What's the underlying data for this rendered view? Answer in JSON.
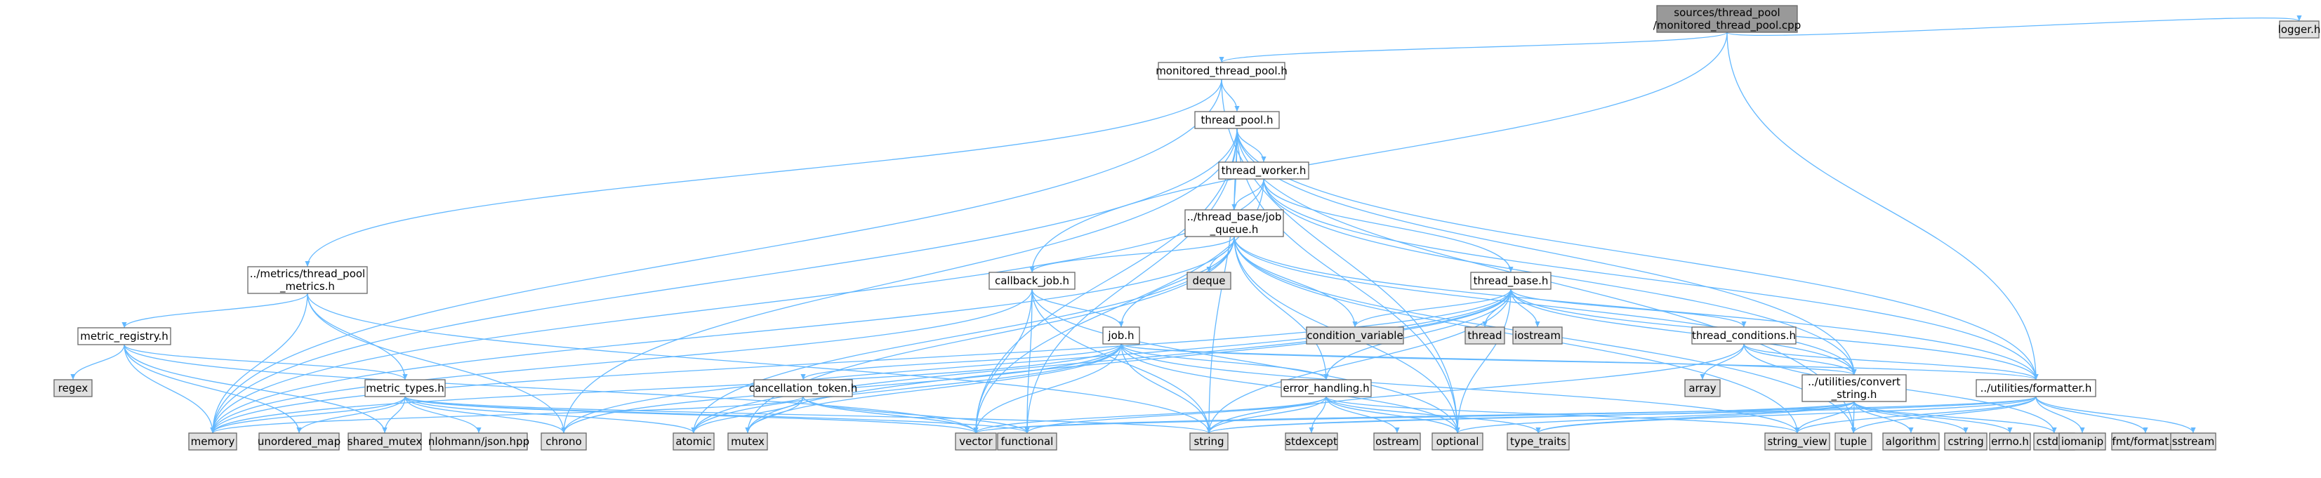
{
  "colors": {
    "edge": "#63b8ff",
    "node_default_fill": "#ffffff",
    "node_external_fill": "#e0e0e0",
    "node_root_fill": "#999999",
    "node_border": "#666666"
  },
  "nodes": [
    {
      "id": "root",
      "lines": [
        "sources/thread_pool",
        "/monitored_thread_pool.cpp"
      ],
      "kind": "root"
    },
    {
      "id": "mtp",
      "lines": [
        "monitored_thread_pool.h"
      ],
      "kind": "file"
    },
    {
      "id": "logger",
      "lines": [
        "logger.h"
      ],
      "kind": "external"
    },
    {
      "id": "tp",
      "lines": [
        "thread_pool.h"
      ],
      "kind": "file"
    },
    {
      "id": "tpm",
      "lines": [
        "../metrics/thread_pool",
        "_metrics.h"
      ],
      "kind": "file"
    },
    {
      "id": "tw",
      "lines": [
        "thread_worker.h"
      ],
      "kind": "file"
    },
    {
      "id": "jq",
      "lines": [
        "../thread_base/job",
        "_queue.h"
      ],
      "kind": "file"
    },
    {
      "id": "cbj",
      "lines": [
        "callback_job.h"
      ],
      "kind": "file"
    },
    {
      "id": "deque",
      "lines": [
        "deque"
      ],
      "kind": "external"
    },
    {
      "id": "tb",
      "lines": [
        "thread_base.h"
      ],
      "kind": "file"
    },
    {
      "id": "mr",
      "lines": [
        "metric_registry.h"
      ],
      "kind": "file"
    },
    {
      "id": "cv",
      "lines": [
        "condition_variable"
      ],
      "kind": "external"
    },
    {
      "id": "thread",
      "lines": [
        "thread"
      ],
      "kind": "external"
    },
    {
      "id": "iostream",
      "lines": [
        "iostream"
      ],
      "kind": "external"
    },
    {
      "id": "tc",
      "lines": [
        "thread_conditions.h"
      ],
      "kind": "file"
    },
    {
      "id": "job",
      "lines": [
        "job.h"
      ],
      "kind": "file"
    },
    {
      "id": "regex",
      "lines": [
        "regex"
      ],
      "kind": "external"
    },
    {
      "id": "mt",
      "lines": [
        "metric_types.h"
      ],
      "kind": "file"
    },
    {
      "id": "ct",
      "lines": [
        "cancellation_token.h"
      ],
      "kind": "file"
    },
    {
      "id": "eh",
      "lines": [
        "error_handling.h"
      ],
      "kind": "file"
    },
    {
      "id": "array",
      "lines": [
        "array"
      ],
      "kind": "external"
    },
    {
      "id": "conv",
      "lines": [
        "../utilities/convert",
        "_string.h"
      ],
      "kind": "file"
    },
    {
      "id": "fmt",
      "lines": [
        "../utilities/formatter.h"
      ],
      "kind": "file"
    },
    {
      "id": "memory",
      "lines": [
        "memory"
      ],
      "kind": "external"
    },
    {
      "id": "umap",
      "lines": [
        "unordered_map"
      ],
      "kind": "external"
    },
    {
      "id": "smutex",
      "lines": [
        "shared_mutex"
      ],
      "kind": "external"
    },
    {
      "id": "json",
      "lines": [
        "nlohmann/json.hpp"
      ],
      "kind": "external"
    },
    {
      "id": "chrono",
      "lines": [
        "chrono"
      ],
      "kind": "external"
    },
    {
      "id": "atomic",
      "lines": [
        "atomic"
      ],
      "kind": "external"
    },
    {
      "id": "mutex",
      "lines": [
        "mutex"
      ],
      "kind": "external"
    },
    {
      "id": "vector",
      "lines": [
        "vector"
      ],
      "kind": "external"
    },
    {
      "id": "functional",
      "lines": [
        "functional"
      ],
      "kind": "external"
    },
    {
      "id": "string",
      "lines": [
        "string"
      ],
      "kind": "external"
    },
    {
      "id": "stdexcept",
      "lines": [
        "stdexcept"
      ],
      "kind": "external"
    },
    {
      "id": "ostream",
      "lines": [
        "ostream"
      ],
      "kind": "external"
    },
    {
      "id": "optional",
      "lines": [
        "optional"
      ],
      "kind": "external"
    },
    {
      "id": "typetraits",
      "lines": [
        "type_traits"
      ],
      "kind": "external"
    },
    {
      "id": "sv",
      "lines": [
        "string_view"
      ],
      "kind": "external"
    },
    {
      "id": "tuple",
      "lines": [
        "tuple"
      ],
      "kind": "external"
    },
    {
      "id": "algorithm",
      "lines": [
        "algorithm"
      ],
      "kind": "external"
    },
    {
      "id": "cstring",
      "lines": [
        "cstring"
      ],
      "kind": "external"
    },
    {
      "id": "errno",
      "lines": [
        "errno.h"
      ],
      "kind": "external"
    },
    {
      "id": "cstdint",
      "lines": [
        "cstdint"
      ],
      "kind": "external"
    },
    {
      "id": "iomanip",
      "lines": [
        "iomanip"
      ],
      "kind": "external"
    },
    {
      "id": "fmtformat",
      "lines": [
        "fmt/format.h"
      ],
      "kind": "external"
    },
    {
      "id": "sstream",
      "lines": [
        "sstream"
      ],
      "kind": "external"
    }
  ],
  "edges": [
    [
      "root",
      "mtp"
    ],
    [
      "root",
      "logger"
    ],
    [
      "root",
      "cbj"
    ],
    [
      "root",
      "fmt"
    ],
    [
      "mtp",
      "tp"
    ],
    [
      "mtp",
      "tpm"
    ],
    [
      "mtp",
      "memory"
    ],
    [
      "mtp",
      "optional"
    ],
    [
      "tp",
      "tw"
    ],
    [
      "tp",
      "jq"
    ],
    [
      "tp",
      "memory"
    ],
    [
      "tp",
      "chrono"
    ],
    [
      "tp",
      "functional"
    ],
    [
      "tp",
      "string"
    ],
    [
      "tp",
      "optional"
    ],
    [
      "tp",
      "conv"
    ],
    [
      "tp",
      "fmt"
    ],
    [
      "tp",
      "vector"
    ],
    [
      "tp",
      "tuple"
    ],
    [
      "tpm",
      "mr"
    ],
    [
      "tpm",
      "mt"
    ],
    [
      "tpm",
      "memory"
    ],
    [
      "tpm",
      "chrono"
    ],
    [
      "tpm",
      "string"
    ],
    [
      "tw",
      "jq"
    ],
    [
      "tw",
      "tb"
    ],
    [
      "tw",
      "memory"
    ],
    [
      "tw",
      "vector"
    ],
    [
      "tw",
      "conv"
    ],
    [
      "tw",
      "fmt"
    ],
    [
      "jq",
      "cbj"
    ],
    [
      "jq",
      "job"
    ],
    [
      "jq",
      "deque"
    ],
    [
      "jq",
      "cv"
    ],
    [
      "jq",
      "eh"
    ],
    [
      "jq",
      "memory"
    ],
    [
      "jq",
      "atomic"
    ],
    [
      "jq",
      "mutex"
    ],
    [
      "jq",
      "optional"
    ],
    [
      "jq",
      "sv"
    ],
    [
      "jq",
      "tuple"
    ],
    [
      "jq",
      "conv"
    ],
    [
      "jq",
      "fmt"
    ],
    [
      "cbj",
      "job"
    ],
    [
      "cbj",
      "memory"
    ],
    [
      "cbj",
      "functional"
    ],
    [
      "cbj",
      "string"
    ],
    [
      "cbj",
      "vector"
    ],
    [
      "cbj",
      "optional"
    ],
    [
      "tb",
      "tc"
    ],
    [
      "tb",
      "cv"
    ],
    [
      "tb",
      "thread"
    ],
    [
      "tb",
      "iostream"
    ],
    [
      "tb",
      "eh"
    ],
    [
      "tb",
      "memory"
    ],
    [
      "tb",
      "atomic"
    ],
    [
      "tb",
      "mutex"
    ],
    [
      "tb",
      "chrono"
    ],
    [
      "tb",
      "optional"
    ],
    [
      "tb",
      "string"
    ],
    [
      "tb",
      "conv"
    ],
    [
      "tb",
      "fmt"
    ],
    [
      "mr",
      "mt"
    ],
    [
      "mr",
      "regex"
    ],
    [
      "mr",
      "memory"
    ],
    [
      "mr",
      "umap"
    ],
    [
      "mr",
      "smutex"
    ],
    [
      "mr",
      "vector"
    ],
    [
      "tc",
      "array"
    ],
    [
      "tc",
      "conv"
    ],
    [
      "tc",
      "fmt"
    ],
    [
      "tc",
      "cstdint"
    ],
    [
      "tc",
      "string"
    ],
    [
      "job",
      "ct"
    ],
    [
      "job",
      "eh"
    ],
    [
      "job",
      "memory"
    ],
    [
      "job",
      "chrono"
    ],
    [
      "job",
      "atomic"
    ],
    [
      "job",
      "vector"
    ],
    [
      "job",
      "string"
    ],
    [
      "job",
      "optional"
    ],
    [
      "job",
      "sv"
    ],
    [
      "job",
      "conv"
    ],
    [
      "job",
      "fmt"
    ],
    [
      "job",
      "mutex"
    ],
    [
      "mt",
      "memory"
    ],
    [
      "mt",
      "umap"
    ],
    [
      "mt",
      "smutex"
    ],
    [
      "mt",
      "json"
    ],
    [
      "mt",
      "chrono"
    ],
    [
      "mt",
      "atomic"
    ],
    [
      "mt",
      "functional"
    ],
    [
      "mt",
      "string"
    ],
    [
      "mt",
      "vector"
    ],
    [
      "ct",
      "memory"
    ],
    [
      "ct",
      "atomic"
    ],
    [
      "ct",
      "mutex"
    ],
    [
      "ct",
      "vector"
    ],
    [
      "ct",
      "functional"
    ],
    [
      "eh",
      "stdexcept"
    ],
    [
      "eh",
      "ostream"
    ],
    [
      "eh",
      "optional"
    ],
    [
      "eh",
      "typetraits"
    ],
    [
      "eh",
      "sv"
    ],
    [
      "eh",
      "string"
    ],
    [
      "eh",
      "functional"
    ],
    [
      "eh",
      "vector"
    ],
    [
      "conv",
      "string"
    ],
    [
      "conv",
      "typetraits"
    ],
    [
      "conv",
      "sv"
    ],
    [
      "conv",
      "tuple"
    ],
    [
      "conv",
      "algorithm"
    ],
    [
      "conv",
      "cstring"
    ],
    [
      "conv",
      "errno"
    ],
    [
      "conv",
      "cstdint"
    ],
    [
      "conv",
      "vector"
    ],
    [
      "conv",
      "optional"
    ],
    [
      "fmt",
      "iomanip"
    ],
    [
      "fmt",
      "fmtformat"
    ],
    [
      "fmt",
      "sstream"
    ],
    [
      "fmt",
      "string"
    ],
    [
      "fmt",
      "sv"
    ],
    [
      "fmt",
      "tuple"
    ],
    [
      "fmt",
      "typetraits"
    ],
    [
      "fmt",
      "vector"
    ]
  ]
}
